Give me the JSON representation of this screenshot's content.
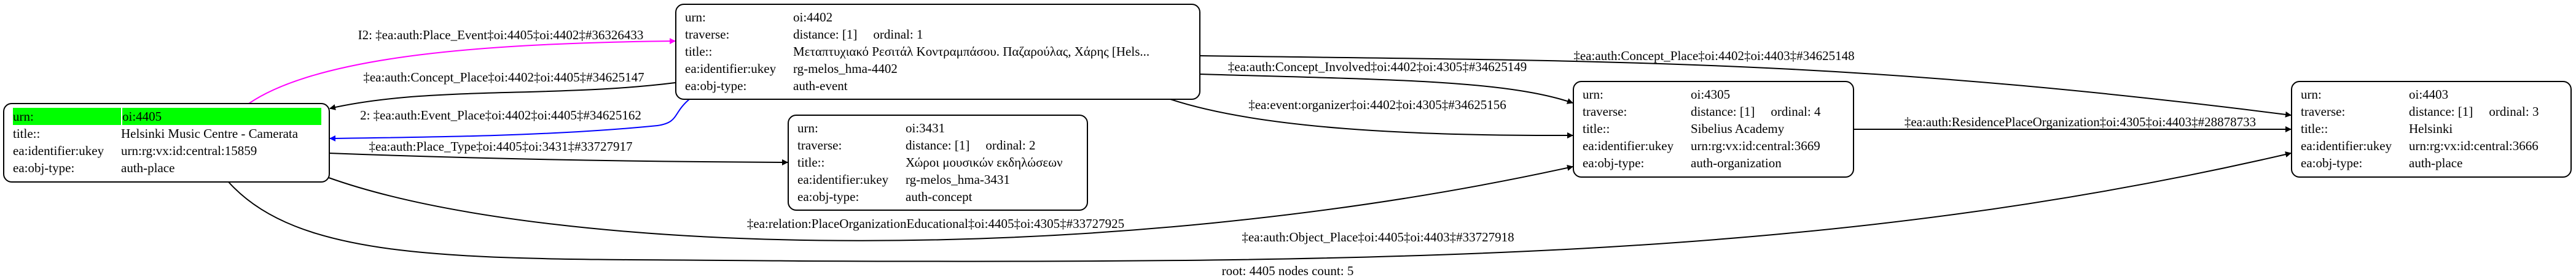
{
  "nodes": {
    "n4405": {
      "urn_key": "urn:",
      "urn": "oi:4405",
      "title_key": "title::",
      "title": "Helsinki Music Centre - Camerata",
      "ukey_key": "ea:identifier:ukey",
      "ukey": "urn:rg:vx:id:central:15859",
      "type_key": "ea:obj-type:",
      "type": "auth-place"
    },
    "n4402": {
      "urn_key": "urn:",
      "urn": "oi:4402",
      "trav_key": "traverse:",
      "distance": "distance: [1]",
      "ordinal": "ordinal: 1",
      "title_key": "title::",
      "title": "Μεταπτυχιακό Ρεσιτάλ Κοντραμπάσου. Παζαρούλας, Χάρης [Hels...",
      "ukey_key": "ea:identifier:ukey",
      "ukey": "rg-melos_hma-4402",
      "type_key": "ea:obj-type:",
      "type": "auth-event"
    },
    "n3431": {
      "urn_key": "urn:",
      "urn": "oi:3431",
      "trav_key": "traverse:",
      "distance": "distance: [1]",
      "ordinal": "ordinal: 2",
      "title_key": "title::",
      "title": "Χώροι μουσικών εκδηλώσεων",
      "ukey_key": "ea:identifier:ukey",
      "ukey": "rg-melos_hma-3431",
      "type_key": "ea:obj-type:",
      "type": "auth-concept"
    },
    "n4305": {
      "urn_key": "urn:",
      "urn": "oi:4305",
      "trav_key": "traverse:",
      "distance": "distance: [1]",
      "ordinal": "ordinal: 4",
      "title_key": "title::",
      "title": "Sibelius Academy",
      "ukey_key": "ea:identifier:ukey",
      "ukey": "urn:rg:vx:id:central:3669",
      "type_key": "ea:obj-type:",
      "type": "auth-organization"
    },
    "n4403": {
      "urn_key": "urn:",
      "urn": "oi:4403",
      "trav_key": "traverse:",
      "distance": "distance: [1]",
      "ordinal": "ordinal: 3",
      "title_key": "title::",
      "title": "Helsinki",
      "ukey_key": "ea:identifier:ukey",
      "ukey": "urn:rg:vx:id:central:3666",
      "type_key": "ea:obj-type:",
      "type": "auth-place"
    }
  },
  "edges": {
    "place_event": "I2: ‡ea:auth:Place_Event‡oi:4405‡oi:4402‡#36326433",
    "concept_place_4405": "‡ea:auth:Concept_Place‡oi:4402‡oi:4405‡#34625147",
    "event_place": "2: ‡ea:auth:Event_Place‡oi:4402‡oi:4405‡#34625162",
    "place_type": "‡ea:auth:Place_Type‡oi:4405‡oi:3431‡#33727917",
    "place_org_edu": "‡ea:relation:PlaceOrganizationEducational‡oi:4405‡oi:4305‡#33727925",
    "object_place": "‡ea:auth:Object_Place‡oi:4405‡oi:4403‡#33727918",
    "concept_involved": "‡ea:auth:Concept_Involved‡oi:4402‡oi:4305‡#34625149",
    "concept_place_4403": "‡ea:auth:Concept_Place‡oi:4402‡oi:4403‡#34625148",
    "organizer": "‡ea:event:organizer‡oi:4402‡oi:4305‡#34625156",
    "residence": "‡ea:auth:ResidencePlaceOrganization‡oi:4305‡oi:4403‡#28878733"
  },
  "colors": {
    "root_highlight": "#00ff00",
    "place_event_edge": "#ff00ff",
    "event_place_edge": "#0000ff"
  },
  "footer": "root: 4405 nodes count: 5"
}
